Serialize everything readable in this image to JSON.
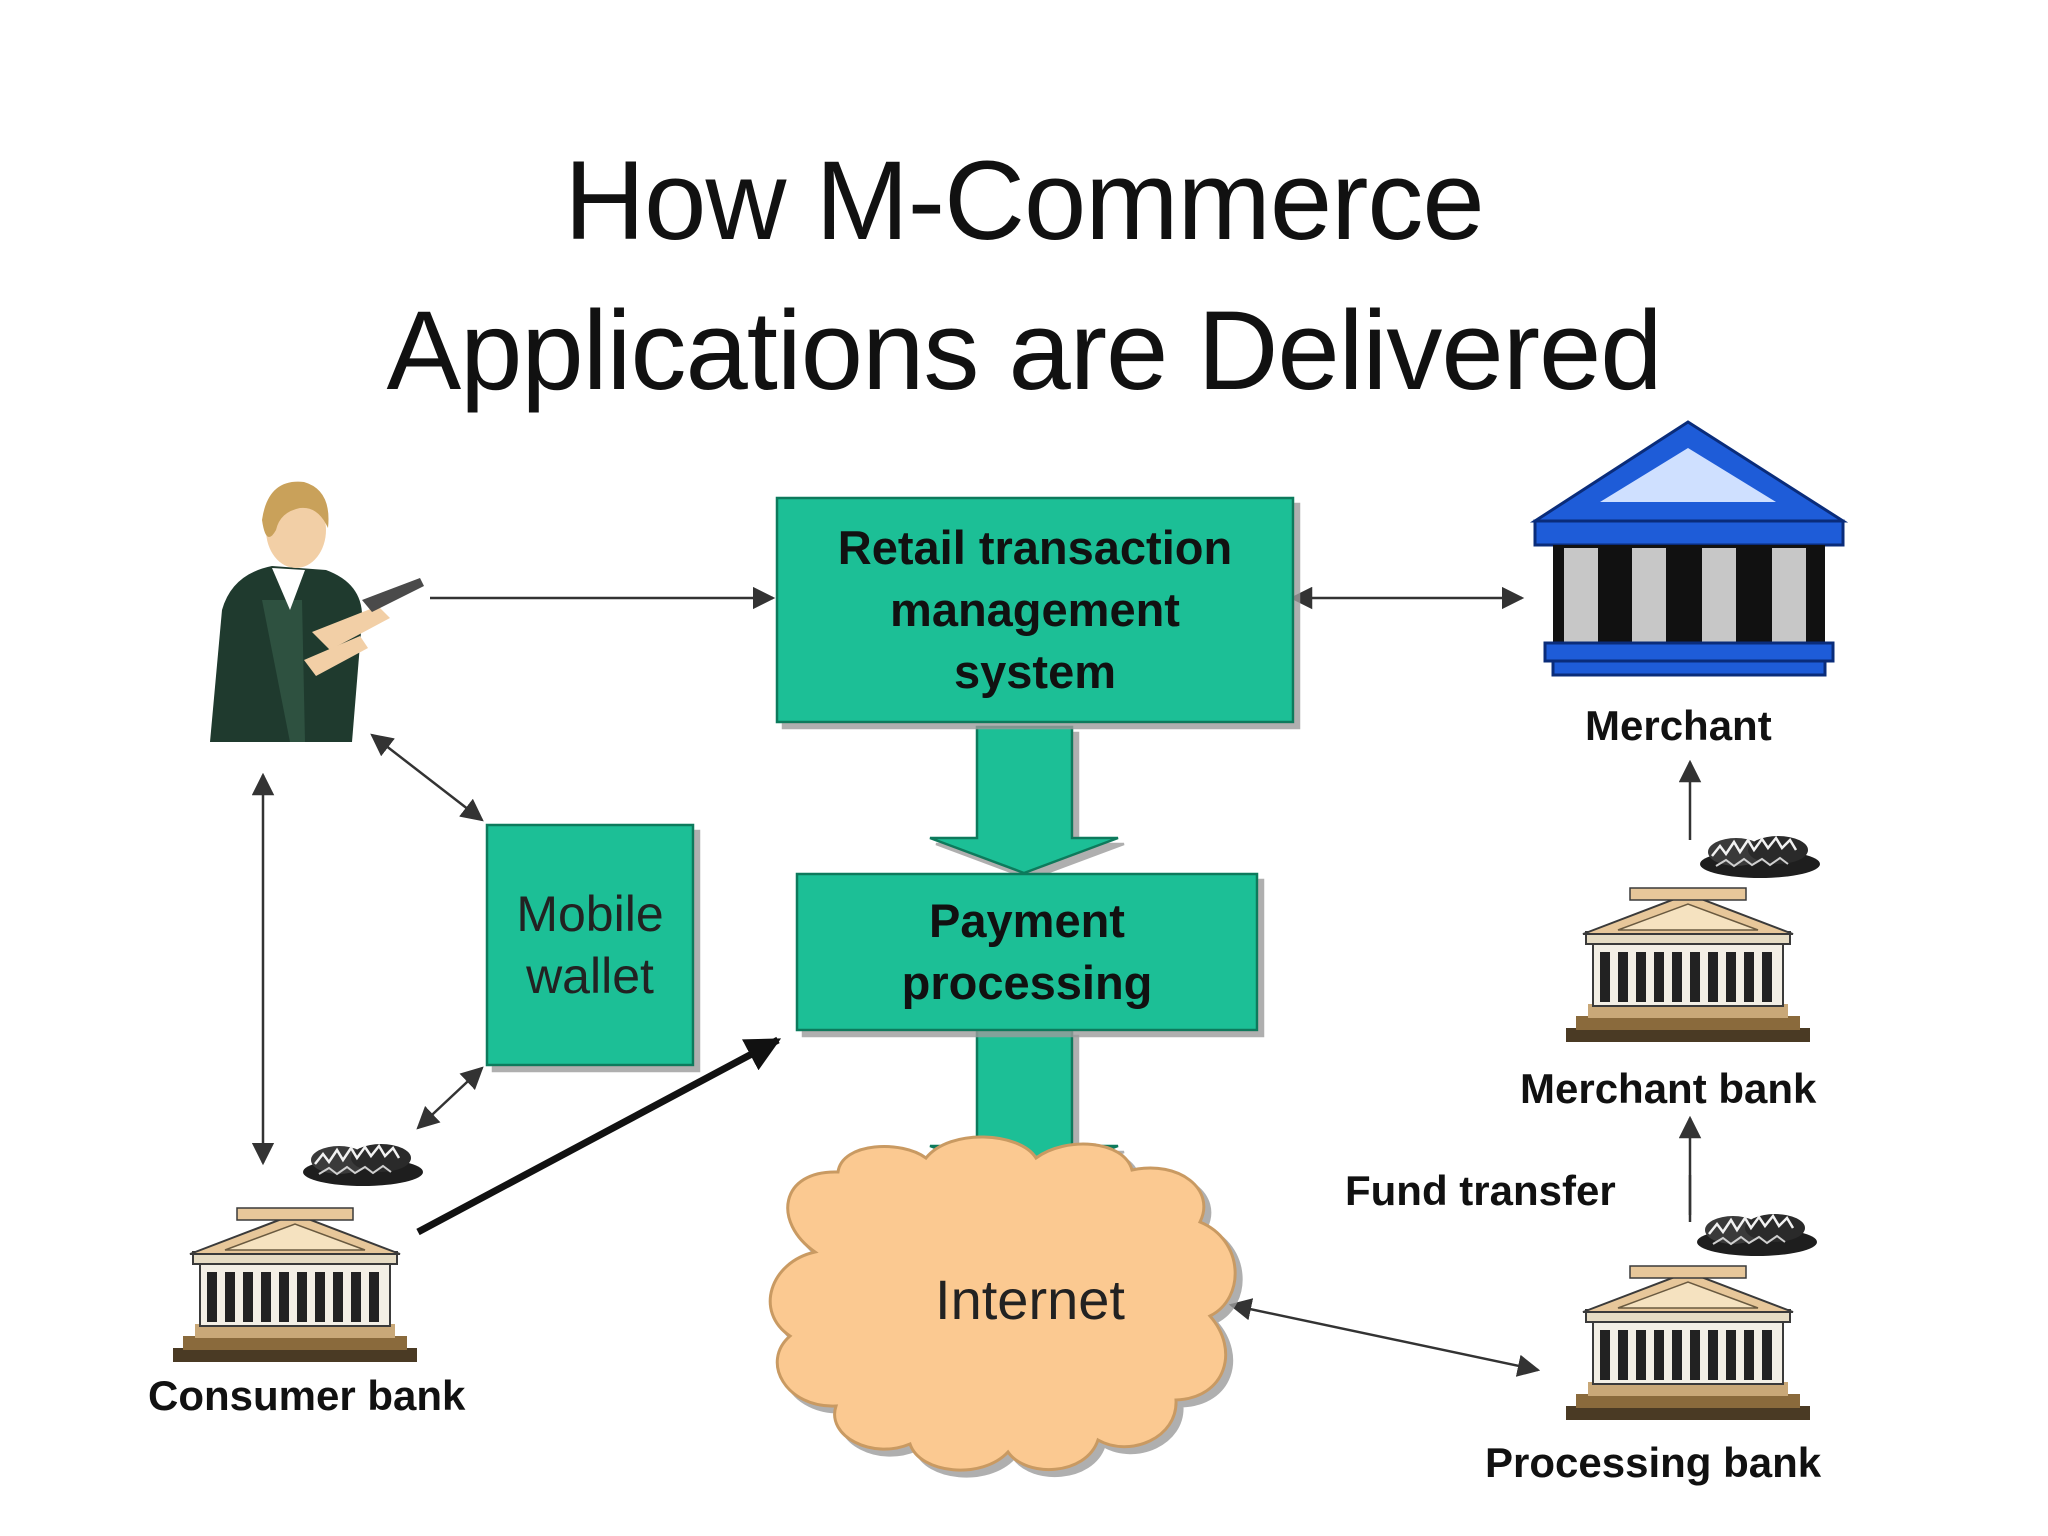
{
  "title": {
    "line1": "How M-Commerce",
    "line2": "Applications are Delivered"
  },
  "nodes": {
    "retail_system": {
      "line1": "Retail transaction",
      "line2": "management",
      "line3": "system"
    },
    "payment": {
      "line1": "Payment",
      "line2": "processing"
    },
    "mobile_wallet": {
      "line1": "Mobile",
      "line2": "wallet"
    },
    "internet": {
      "label": "Internet"
    },
    "merchant": {
      "label": "Merchant"
    },
    "merchant_bank": {
      "label": "Merchant bank"
    },
    "processing_bank": {
      "label": "Processing bank"
    },
    "consumer_bank": {
      "label": "Consumer bank"
    },
    "fund_transfer": {
      "label": "Fund transfer"
    }
  },
  "colors": {
    "box_fill": "#1fbf96",
    "box_border": "#0c7a5c",
    "cloud_fill": "#fbc991",
    "cloud_border": "#c99a62",
    "merchant_blue": "#1e5cd8",
    "line": "#333333"
  },
  "icons": {
    "consumer": "businesswoman-phone-icon",
    "merchant": "bank-building-icon",
    "banks": "bank-building-icon",
    "money": "money-pile-icon"
  }
}
